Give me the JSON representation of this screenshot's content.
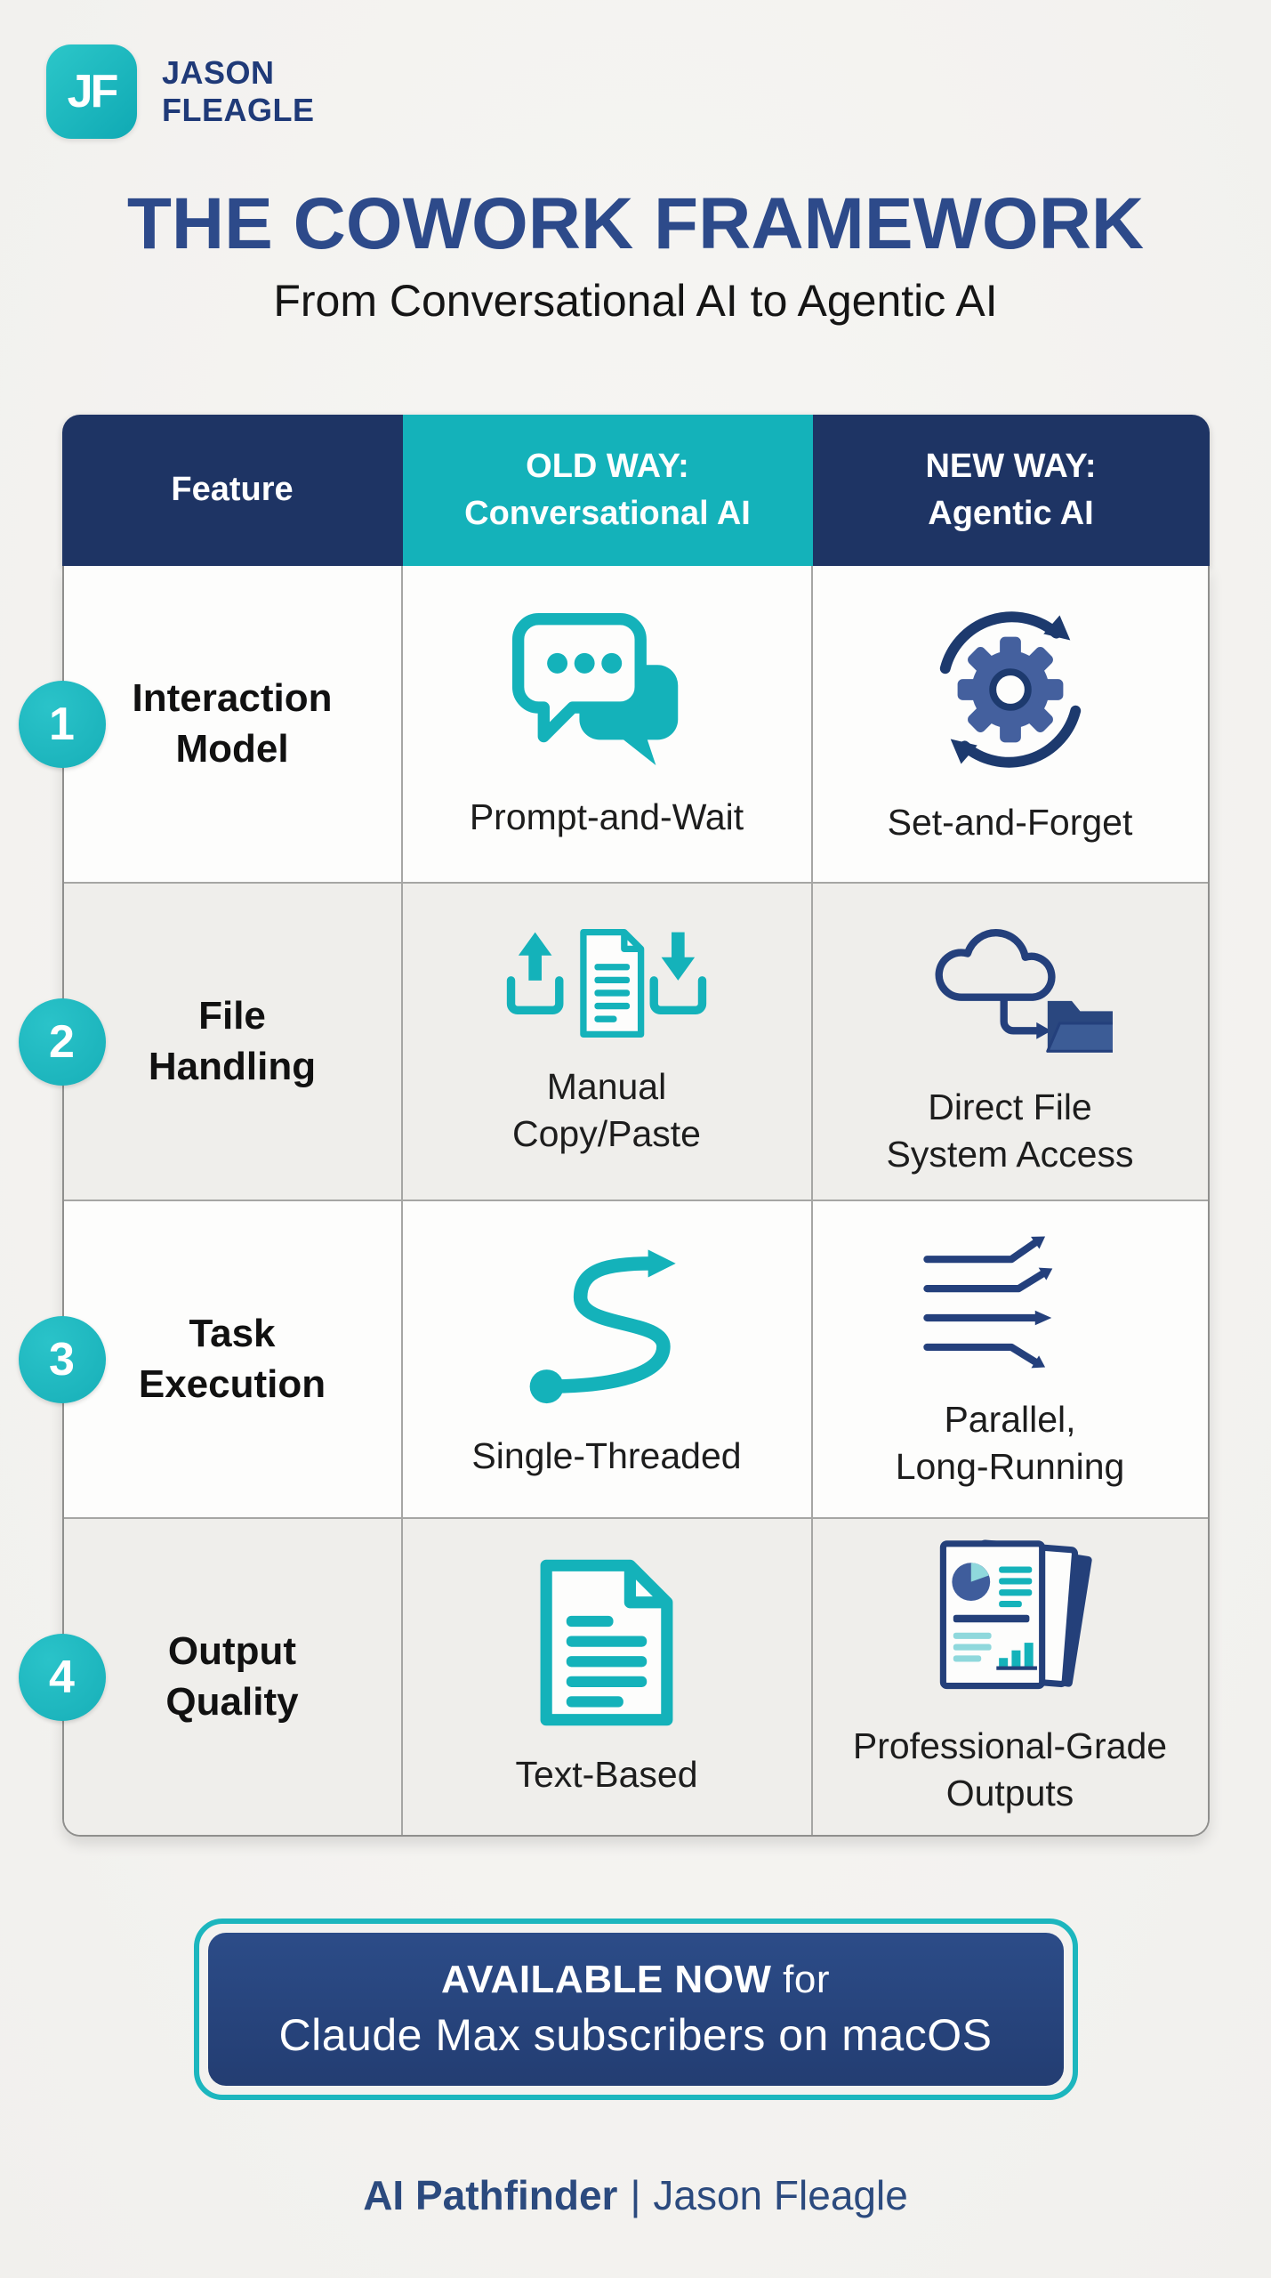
{
  "brand": {
    "logo_monogram": "JF",
    "name": "JASON\nFLEAGLE"
  },
  "header": {
    "title": "THE COWORK FRAMEWORK",
    "subtitle": "From Conversational AI to Agentic AI"
  },
  "table": {
    "columns": [
      "Feature",
      "OLD WAY:\nConversational AI",
      "NEW WAY:\nAgentic AI"
    ],
    "rows": [
      {
        "number": "1",
        "feature": "Interaction\nModel",
        "old": {
          "icon": "chat-bubbles-icon",
          "label": "Prompt-and-Wait"
        },
        "new": {
          "icon": "gear-sync-icon",
          "label": "Set-and-Forget"
        }
      },
      {
        "number": "2",
        "feature": "File\nHandling",
        "old": {
          "icon": "upload-document-download-icon",
          "label": "Manual\nCopy/Paste"
        },
        "new": {
          "icon": "cloud-to-folder-icon",
          "label": "Direct File\nSystem Access"
        }
      },
      {
        "number": "3",
        "feature": "Task\nExecution",
        "old": {
          "icon": "single-thread-icon",
          "label": "Single-Threaded"
        },
        "new": {
          "icon": "parallel-arrows-icon",
          "label": "Parallel,\nLong-Running"
        }
      },
      {
        "number": "4",
        "feature": "Output\nQuality",
        "old": {
          "icon": "text-document-icon",
          "label": "Text-Based"
        },
        "new": {
          "icon": "report-documents-icon",
          "label": "Professional-Grade\nOutputs"
        }
      }
    ]
  },
  "cta": {
    "line1_bold": "AVAILABLE NOW",
    "line1_rest": " for",
    "line2": "Claude Max subscribers on macOS"
  },
  "footer": {
    "brand": "AI Pathfinder",
    "separator": "|",
    "name": "Jason Fleagle"
  },
  "colors": {
    "teal": "#14b2ba",
    "navy_header": "#1e3464",
    "title_blue": "#2d4a8a",
    "cta_navy": "#2a4a86",
    "text_dark": "#1d1d1d",
    "background": "#f4f3f0"
  }
}
